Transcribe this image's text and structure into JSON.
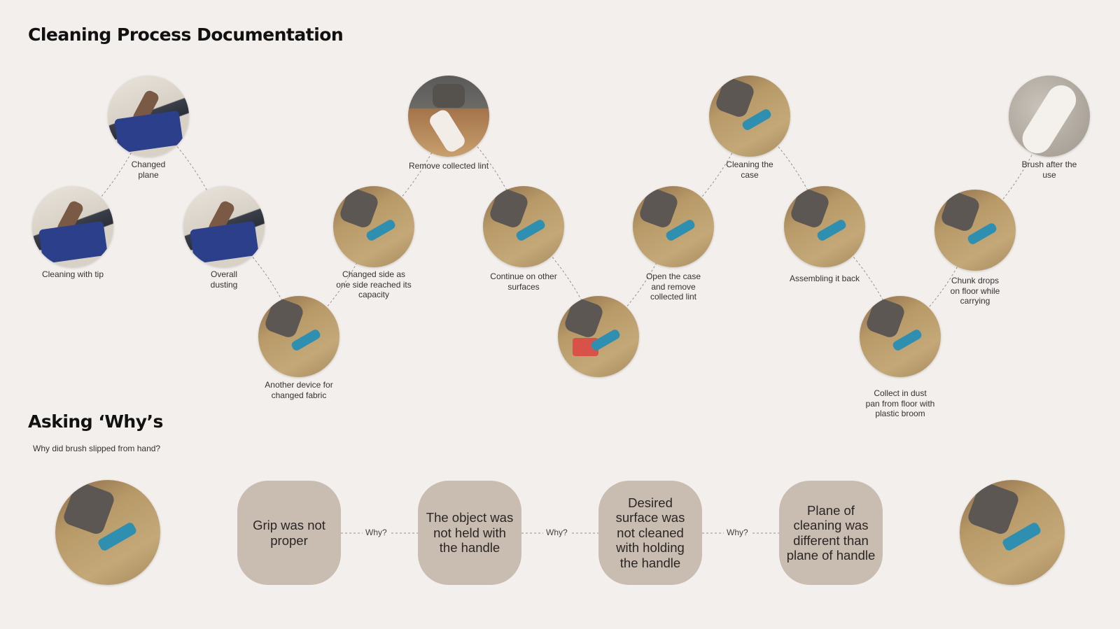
{
  "titles": {
    "main": "Cleaning Process Documentation",
    "why": "Asking ‘Why’s"
  },
  "question": "Why did brush slipped from hand?",
  "steps": [
    {
      "name": "cleaning-with-tip",
      "caption": "Cleaning with tip"
    },
    {
      "name": "changed-plane",
      "caption": "Changed\nplane"
    },
    {
      "name": "overall-dusting",
      "caption": "Overall\ndusting"
    },
    {
      "name": "another-device",
      "caption": "Another device for\nchanged fabric"
    },
    {
      "name": "changed-side",
      "caption": "Changed side as\none side reached its\ncapacity"
    },
    {
      "name": "remove-lint",
      "caption": "Remove collected lint"
    },
    {
      "name": "continue-surfaces",
      "caption": "Continue on other\nsurfaces"
    },
    {
      "name": "open-case",
      "caption": "Open the case\nand remove\ncollected lint"
    },
    {
      "name": "cleaning-case",
      "caption": "Cleaning the\ncase"
    },
    {
      "name": "assembling",
      "caption": "Assembling it back"
    },
    {
      "name": "collect-dust",
      "caption": "Collect in dust\npan from floor with\nplastic broom"
    },
    {
      "name": "chunk-drops",
      "caption": "Chunk drops\non floor while\ncarrying"
    },
    {
      "name": "brush-after-use",
      "caption": "Brush after the\nuse"
    }
  ],
  "why_chain": [
    "Grip was not proper",
    "The object was not held with the handle",
    "Desired surface was not cleaned with holding the handle",
    "Plane of cleaning was different than plane of handle"
  ],
  "why_label": "Why?",
  "colors": {
    "background": "#f3efec",
    "box": "#c9bcb1",
    "connector": "#9a918b",
    "accent_blue": "#2f8fb0",
    "fabric_blue": "#2c3f8a",
    "floor": "#b89a68"
  }
}
